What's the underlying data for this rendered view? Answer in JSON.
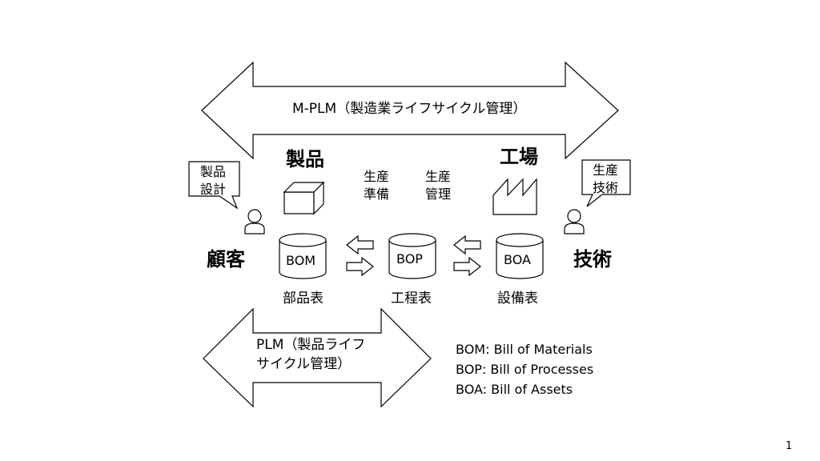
{
  "mplm_arrow": {
    "label": "M-PLM（製造業ライフサイクル管理）"
  },
  "plm_arrow": {
    "line1": "PLM（製品ライフ",
    "line2": "サイクル管理）"
  },
  "headings": {
    "product": "製品",
    "factory": "工場"
  },
  "middle": {
    "prep_line1": "生産",
    "prep_line2": "準備",
    "mgmt_line1": "生産",
    "mgmt_line2": "管理"
  },
  "callouts": {
    "left_line1": "製品",
    "left_line2": "設計",
    "right_line1": "生産",
    "right_line2": "技術"
  },
  "actors": {
    "left": "顧客",
    "right": "技術"
  },
  "databases": [
    {
      "label": "BOM",
      "caption": "部品表"
    },
    {
      "label": "BOP",
      "caption": "工程表"
    },
    {
      "label": "BOA",
      "caption": "設備表"
    }
  ],
  "legend": [
    "BOM: Bill of Materials",
    "BOP: Bill of Processes",
    "BOA: Bill of Assets"
  ],
  "page_number": "1"
}
